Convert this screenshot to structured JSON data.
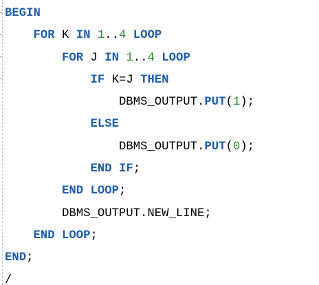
{
  "editor": {
    "lines": [
      {
        "indent": "",
        "tokens": [
          {
            "type": "kw",
            "text": "BEGIN"
          }
        ]
      },
      {
        "indent": "    ",
        "tokens": [
          {
            "type": "kw",
            "text": "FOR"
          },
          {
            "type": "plain",
            "text": " K "
          },
          {
            "type": "kw",
            "text": "IN"
          },
          {
            "type": "plain",
            "text": " "
          },
          {
            "type": "num",
            "text": "1"
          },
          {
            "type": "plain",
            "text": ".."
          },
          {
            "type": "num",
            "text": "4"
          },
          {
            "type": "plain",
            "text": " "
          },
          {
            "type": "kw",
            "text": "LOOP"
          }
        ]
      },
      {
        "indent": "        ",
        "tokens": [
          {
            "type": "kw",
            "text": "FOR"
          },
          {
            "type": "plain",
            "text": " J "
          },
          {
            "type": "kw",
            "text": "IN"
          },
          {
            "type": "plain",
            "text": " "
          },
          {
            "type": "num",
            "text": "1"
          },
          {
            "type": "plain",
            "text": ".."
          },
          {
            "type": "num",
            "text": "4"
          },
          {
            "type": "plain",
            "text": " "
          },
          {
            "type": "kw",
            "text": "LOOP"
          }
        ]
      },
      {
        "indent": "            ",
        "tokens": [
          {
            "type": "kw",
            "text": "IF"
          },
          {
            "type": "plain",
            "text": " K=J "
          },
          {
            "type": "kw",
            "text": "THEN"
          }
        ]
      },
      {
        "indent": "                ",
        "tokens": [
          {
            "type": "plain",
            "text": "DBMS_OUTPUT."
          },
          {
            "type": "kw",
            "text": "PUT"
          },
          {
            "type": "plain",
            "text": "("
          },
          {
            "type": "num",
            "text": "1"
          },
          {
            "type": "plain",
            "text": ");"
          }
        ]
      },
      {
        "indent": "            ",
        "tokens": [
          {
            "type": "kw",
            "text": "ELSE"
          }
        ]
      },
      {
        "indent": "                ",
        "tokens": [
          {
            "type": "plain",
            "text": "DBMS_OUTPUT."
          },
          {
            "type": "kw",
            "text": "PUT"
          },
          {
            "type": "plain",
            "text": "("
          },
          {
            "type": "num",
            "text": "0"
          },
          {
            "type": "plain",
            "text": ");"
          }
        ]
      },
      {
        "indent": "            ",
        "tokens": [
          {
            "type": "kw",
            "text": "END"
          },
          {
            "type": "plain",
            "text": " "
          },
          {
            "type": "kw",
            "text": "IF"
          },
          {
            "type": "plain",
            "text": ";"
          }
        ]
      },
      {
        "indent": "        ",
        "tokens": [
          {
            "type": "kw",
            "text": "END"
          },
          {
            "type": "plain",
            "text": " "
          },
          {
            "type": "kw",
            "text": "LOOP"
          },
          {
            "type": "plain",
            "text": ";"
          }
        ]
      },
      {
        "indent": "        ",
        "tokens": [
          {
            "type": "plain",
            "text": "DBMS_OUTPUT.NEW_LINE;"
          }
        ]
      },
      {
        "indent": "    ",
        "tokens": [
          {
            "type": "kw",
            "text": "END"
          },
          {
            "type": "plain",
            "text": " "
          },
          {
            "type": "kw",
            "text": "LOOP"
          },
          {
            "type": "plain",
            "text": ";"
          }
        ]
      },
      {
        "indent": "",
        "tokens": [
          {
            "type": "kw",
            "text": "END"
          },
          {
            "type": "plain",
            "text": ";"
          }
        ]
      },
      {
        "indent": "",
        "tokens": [
          {
            "type": "plain",
            "text": "/"
          }
        ]
      }
    ]
  },
  "colors": {
    "keyword": "#1f5fa8",
    "number": "#2a8a2a",
    "text": "#000000",
    "background": "#ffffff"
  }
}
